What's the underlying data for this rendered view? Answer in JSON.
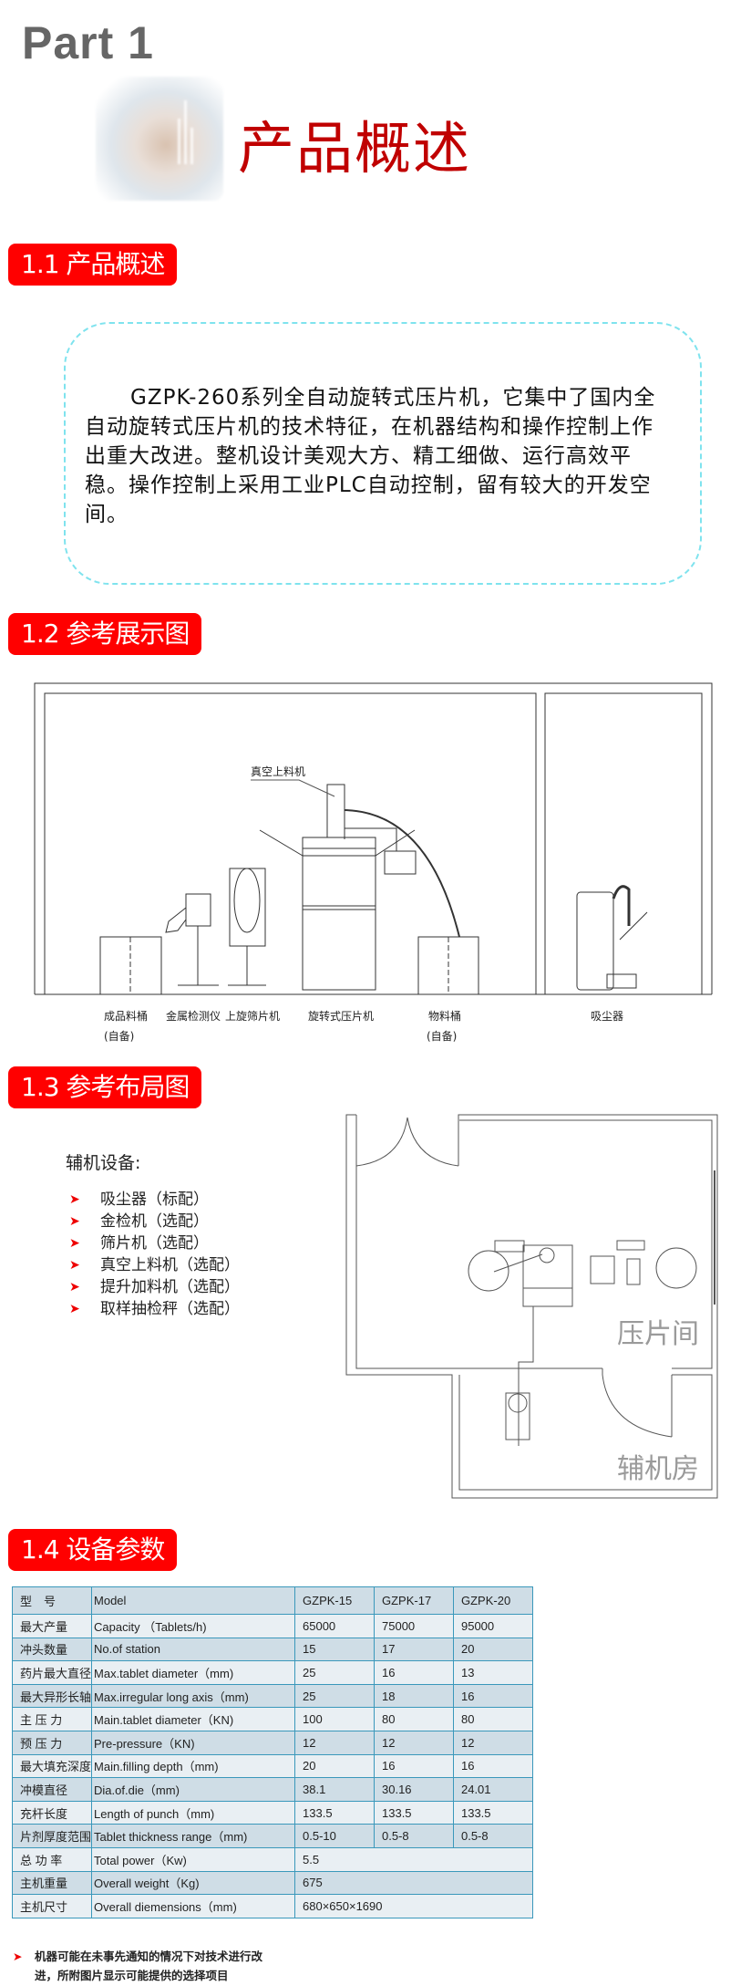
{
  "part_label": "Part 1",
  "section_title": "产品概述",
  "sections": {
    "s11": "1.1 产品概述",
    "s12": "1.2 参考展示图",
    "s13": "1.3 参考布局图",
    "s14": "1.4 设备参数"
  },
  "intro": "GZPK-260系列全自动旋转式压片机，它集中了国内全自动旋转式压片机的技术特征，在机器结构和操作控制上作出重大改进。整机设计美观大方、精工细做、运行高效平稳。操作控制上采用工业PLC自动控制，留有较大的开发空间。",
  "display_diagram": {
    "callout": "真空上料机",
    "labels": [
      "成品料桶",
      "(自备)",
      "金属检测仪",
      "上旋筛片机",
      "旋转式压片机",
      "物料桶",
      "(自备)",
      "吸尘器"
    ]
  },
  "layout": {
    "aux_title": "辅机设备:",
    "aux_items": [
      "吸尘器（标配）",
      "金检机（选配）",
      "筛片机（选配）",
      "真空上料机（选配）",
      "提升加料机（选配）",
      "取样抽检秤（选配）"
    ],
    "room_press": "压片间",
    "room_aux": "辅机房"
  },
  "specs": {
    "header": {
      "cn": "型　号",
      "en": "Model",
      "models": [
        "GZPK-15",
        "GZPK-17",
        "GZPK-20"
      ]
    },
    "rows": [
      {
        "cn": "最大产量",
        "en": "Capacity （Tablets/h)",
        "v": [
          "65000",
          "75000",
          "95000"
        ]
      },
      {
        "cn": "冲头数量",
        "en": "No.of station",
        "v": [
          "15",
          "17",
          "20"
        ]
      },
      {
        "cn": "药片最大直径",
        "en": "Max.tablet diameter（mm)",
        "v": [
          "25",
          "16",
          "13"
        ]
      },
      {
        "cn": "最大异形长轴",
        "en": "Max.irregular long axis（mm)",
        "v": [
          "25",
          "18",
          "16"
        ]
      },
      {
        "cn": "主 压 力",
        "en": "Main.tablet diameter（KN)",
        "v": [
          "100",
          "80",
          "80"
        ]
      },
      {
        "cn": "预 压 力",
        "en": "Pre-pressure（KN)",
        "v": [
          "12",
          "12",
          "12"
        ]
      },
      {
        "cn": "最大填充深度",
        "en": "Main.filling depth（mm)",
        "v": [
          "20",
          "16",
          "16"
        ]
      },
      {
        "cn": "冲模直径",
        "en": "Dia.of.die（mm)",
        "v": [
          "38.1",
          "30.16",
          "24.01"
        ]
      },
      {
        "cn": "充杆长度",
        "en": "Length of punch（mm)",
        "v": [
          "133.5",
          "133.5",
          "133.5"
        ]
      },
      {
        "cn": "片剂厚度范围",
        "en": "Tablet thickness range（mm)",
        "v": [
          "0.5-10",
          "0.5-8",
          "0.5-8"
        ]
      },
      {
        "cn": "总 功 率",
        "en": "Total power（Kw)",
        "all": "5.5"
      },
      {
        "cn": "主机重量",
        "en": "Overall weight（Kg)",
        "all": "675"
      },
      {
        "cn": "主机尺寸",
        "en": "Overall diemensions（mm)",
        "all": "680×650×1690"
      }
    ]
  },
  "note": "机器可能在未事先通知的情况下对技术进行改进，所附图片显示可能提供的选择项目",
  "colors": {
    "accent_red": "#ff0000",
    "title_red": "#c00000",
    "table_border": "#3a98bb",
    "dash": "#7fe3ee"
  }
}
